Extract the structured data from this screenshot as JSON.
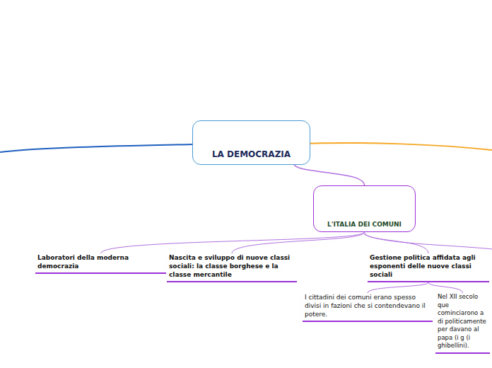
{
  "diagram": {
    "nodes": [
      {
        "text": [
          "LA DEMOCRAZIA"
        ]
      },
      {
        "text": [
          "L'ITALIA DEI COMUNI"
        ]
      },
      {
        "text": [
          "Laboratori della moderna democrazia"
        ]
      },
      {
        "text": [
          "Nascita e sviluppo di nuove classi sociali: la classe borghese e la classe mercantile"
        ]
      },
      {
        "text": [
          "Gestione politica affidata agli esponenti delle nuove classi sociali"
        ]
      },
      {
        "text": [
          "I cittadini dei comuni erano spesso divisi in fazioni che si contendevano il potere."
        ]
      },
      {
        "text": [
          "Nel XII secolo que cominciarono a di politicamente per davano al papa (i g (i ghibellini)."
        ]
      }
    ],
    "edges": [
      {
        "from": 0,
        "to": 1,
        "arrow": "none"
      },
      {
        "from": 1,
        "to": 2,
        "arrow": "none"
      },
      {
        "from": 1,
        "to": 3,
        "arrow": "none"
      },
      {
        "from": 1,
        "to": 4,
        "arrow": "none"
      },
      {
        "from": 4,
        "to": 5,
        "arrow": "none"
      },
      {
        "from": 4,
        "to": 6,
        "arrow": "none"
      }
    ]
  }
}
